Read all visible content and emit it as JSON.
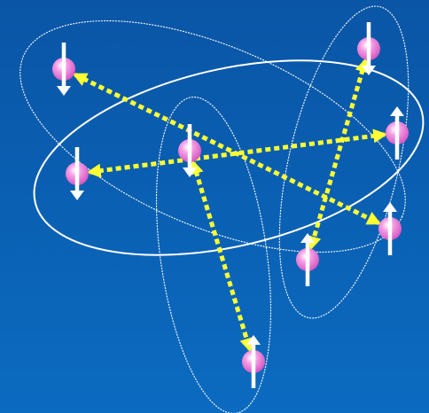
{
  "colors": {
    "background_top": "#0a55a6",
    "background_bottom": "#0b6bc0",
    "outline": "#ffffff",
    "arrow": "#ffff33",
    "particle_core": "#ffffff",
    "particle_mid": "#f5a0e6",
    "particle_edge": "#d24fbd",
    "spin": "#ffffff"
  },
  "particles": [
    {
      "id": "p1",
      "spin": "down"
    },
    {
      "id": "p2",
      "spin": "down"
    },
    {
      "id": "p3",
      "spin": "down"
    },
    {
      "id": "p4",
      "spin": "down"
    },
    {
      "id": "p5",
      "spin": "up"
    },
    {
      "id": "p6",
      "spin": "up"
    },
    {
      "id": "p7",
      "spin": "up"
    },
    {
      "id": "p8",
      "spin": "up"
    }
  ],
  "pairings": [
    [
      "p1",
      "p6"
    ],
    [
      "p2",
      "p5"
    ],
    [
      "p3",
      "p8"
    ],
    [
      "p4",
      "p7"
    ]
  ],
  "groups": [
    {
      "id": "main",
      "style": "solid"
    },
    {
      "id": "upper-left",
      "style": "dotted"
    },
    {
      "id": "center-vertical",
      "style": "dotted"
    },
    {
      "id": "right-vertical",
      "style": "dotted"
    }
  ]
}
